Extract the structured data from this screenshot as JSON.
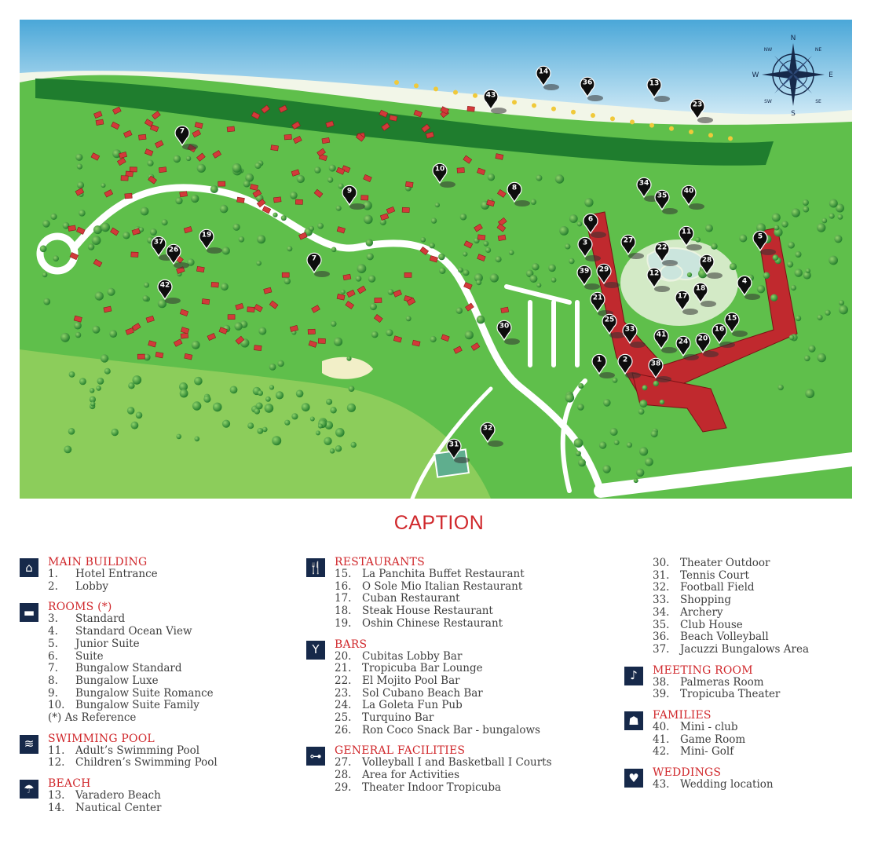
{
  "caption_title": "CAPTION",
  "compass": {
    "n": "N",
    "s": "S",
    "e": "E",
    "w": "W",
    "ne": "NE",
    "nw": "NW",
    "se": "SE",
    "sw": "SW"
  },
  "markers": [
    "14",
    "36",
    "13",
    "43",
    "23",
    "7",
    "10",
    "9",
    "8",
    "34",
    "35",
    "40",
    "6",
    "27",
    "22",
    "11",
    "5",
    "3",
    "28",
    "39",
    "29",
    "12",
    "4",
    "18",
    "17",
    "21",
    "15",
    "25",
    "33",
    "41",
    "16",
    "20",
    "24",
    "1",
    "2",
    "38",
    "30",
    "32",
    "31",
    "37",
    "26",
    "19",
    "42",
    "7"
  ],
  "legend": {
    "main_building": {
      "title": "MAIN BUILDING",
      "icon": "house-icon",
      "items": [
        {
          "num": "1.",
          "label": "Hotel Entrance"
        },
        {
          "num": "2.",
          "label": "Lobby"
        }
      ]
    },
    "rooms": {
      "title": "ROOMS (*)",
      "icon": "bed-icon",
      "items": [
        {
          "num": "3.",
          "label": "Standard"
        },
        {
          "num": "4.",
          "label": "Standard Ocean View"
        },
        {
          "num": "5.",
          "label": "Junior Suite"
        },
        {
          "num": "6.",
          "label": "Suite"
        },
        {
          "num": "7.",
          "label": "Bungalow Standard"
        },
        {
          "num": "8.",
          "label": "Bungalow Luxe"
        },
        {
          "num": "9.",
          "label": "Bungalow Suite Romance"
        },
        {
          "num": "10.",
          "label": "Bungalow Suite  Family"
        }
      ],
      "note": "(*) As Reference"
    },
    "swimming_pool": {
      "title": "SWIMMING POOL",
      "icon": "pool-icon",
      "items": [
        {
          "num": "11.",
          "label": "Adult’s Swimming Pool"
        },
        {
          "num": "12.",
          "label": "Children’s Swimming Pool"
        }
      ]
    },
    "beach": {
      "title": "BEACH",
      "icon": "beach-icon",
      "items": [
        {
          "num": "13.",
          "label": "Varadero Beach"
        },
        {
          "num": "14.",
          "label": "Nautical Center"
        }
      ]
    },
    "restaurants": {
      "title": "RESTAURANTS",
      "icon": "cutlery-icon",
      "items": [
        {
          "num": "15.",
          "label": "La Panchita Buffet Restaurant"
        },
        {
          "num": "16.",
          "label": "O Sole Mio Italian Restaurant"
        },
        {
          "num": "17.",
          "label": "Cuban Restaurant"
        },
        {
          "num": "18.",
          "label": "Steak House Restaurant"
        },
        {
          "num": "19.",
          "label": "Oshin Chinese Restaurant"
        }
      ]
    },
    "bars": {
      "title": "BARS",
      "icon": "cocktail-icon",
      "items": [
        {
          "num": "20.",
          "label": "Cubitas Lobby Bar"
        },
        {
          "num": "21.",
          "label": "Tropicuba Bar Lounge"
        },
        {
          "num": "22.",
          "label": "El Mojito Pool Bar"
        },
        {
          "num": "23.",
          "label": "Sol Cubano Beach Bar"
        },
        {
          "num": "24.",
          "label": "La Goleta Fun Pub"
        },
        {
          "num": "25.",
          "label": "Turquino Bar"
        },
        {
          "num": "26.",
          "label": "Ron Coco Snack Bar - bungalows"
        }
      ]
    },
    "general_facilities": {
      "title": "GENERAL FACILITIES",
      "icon": "dumbbell-icon",
      "items": [
        {
          "num": "27.",
          "label": "Volleyball I and Basketball I Courts"
        },
        {
          "num": "28.",
          "label": "Area for Activities"
        },
        {
          "num": "29.",
          "label": "Theater Indoor Tropicuba"
        }
      ]
    },
    "facilities_cont": {
      "items": [
        {
          "num": "30.",
          "label": "Theater Outdoor"
        },
        {
          "num": "31.",
          "label": "Tennis Court"
        },
        {
          "num": "32.",
          "label": "Football Field"
        },
        {
          "num": "33.",
          "label": "Shopping"
        },
        {
          "num": "34.",
          "label": "Archery"
        },
        {
          "num": "35.",
          "label": "Club House"
        },
        {
          "num": "36.",
          "label": "Beach Volleyball"
        },
        {
          "num": "37.",
          "label": "Jacuzzi Bungalows Area"
        }
      ]
    },
    "meeting_room": {
      "title": "MEETING ROOM",
      "icon": "presenter-icon",
      "items": [
        {
          "num": "38.",
          "label": "Palmeras Room"
        },
        {
          "num": "39.",
          "label": "Tropicuba Theater"
        }
      ]
    },
    "families": {
      "title": "FAMILIES",
      "icon": "family-icon",
      "items": [
        {
          "num": "40.",
          "label": "Mini - club"
        },
        {
          "num": "41.",
          "label": "Game Room"
        },
        {
          "num": "42.",
          "label": "Mini- Golf"
        }
      ]
    },
    "weddings": {
      "title": "WEDDINGS",
      "icon": "couple-icon",
      "items": [
        {
          "num": "43.",
          "label": "Wedding location"
        }
      ]
    }
  }
}
